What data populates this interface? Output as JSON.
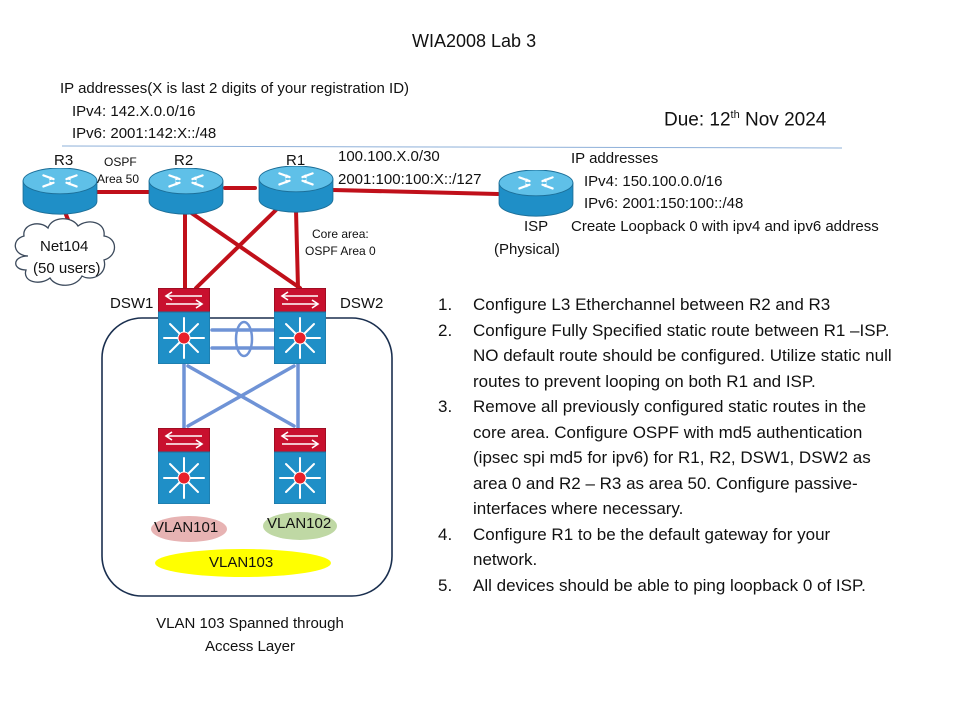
{
  "title": "WIA2008 Lab 3",
  "ip_block": {
    "heading": "IP addresses(X is last 2 digits of your registration ID)",
    "ipv4": "IPv4: 142.X.0.0/16",
    "ipv6": "IPv6: 2001:142:X::/48"
  },
  "due": {
    "prefix": "Due: 12",
    "sup": "th",
    "suffix": " Nov 2024"
  },
  "link_r1_isp": {
    "ipv4": "100.100.X.0/30",
    "ipv6": "2001:100:100:X::/127"
  },
  "isp_block": {
    "heading": "IP addresses",
    "ipv4": "IPv4: 150.100.0.0/16",
    "ipv6": "IPv6: 2001:150:100::/48",
    "note": "Create Loopback 0 with ipv4 and ipv6 address"
  },
  "devices": {
    "r3": "R3",
    "r2": "R2",
    "r1": "R1",
    "isp": "ISP",
    "isp_sub": "(Physical)",
    "dsw1": "DSW1",
    "dsw2": "DSW2"
  },
  "ospf_area50": {
    "line1": "OSPF",
    "line2": "Area 50"
  },
  "core_area": {
    "line1": "Core area:",
    "line2": "OSPF Area 0"
  },
  "net104": {
    "line1": "Net104",
    "line2": "(50 users)"
  },
  "vlans": {
    "v101": "VLAN101",
    "v102": "VLAN102",
    "v103": "VLAN103"
  },
  "vlan_note": {
    "line1": "VLAN 103 Spanned through",
    "line2": "Access Layer"
  },
  "tasks": [
    {
      "num": "1.",
      "text": "Configure L3 Etherchannel between R2 and R3"
    },
    {
      "num": "2.",
      "text": "Configure Fully Specified static route between R1 –ISP. NO default route should be configured. Utilize static null routes to prevent looping on both R1 and ISP."
    },
    {
      "num": "3.",
      "text": "Remove all previously configured static routes in the core area. Configure OSPF with md5 authentication (ipsec spi md5 for ipv6) for R1, R2, DSW1, DSW2 as area 0 and R2 – R3 as area 50. Configure passive-interfaces where necessary."
    },
    {
      "num": "4.",
      "text": "Configure R1 to be the default gateway for your network."
    },
    {
      "num": "5.",
      "text": "All devices should be able to ping loopback 0 of ISP."
    }
  ],
  "colors": {
    "router_body": "#1f8fc7",
    "router_top": "#5fc0e8",
    "link_red": "#c0101a",
    "link_blue": "#6f93d6",
    "switch_top": "#c8102e",
    "vlan101": "#e7b3b3",
    "vlan102": "#bfd8a4",
    "vlan103": "#ffff00"
  }
}
